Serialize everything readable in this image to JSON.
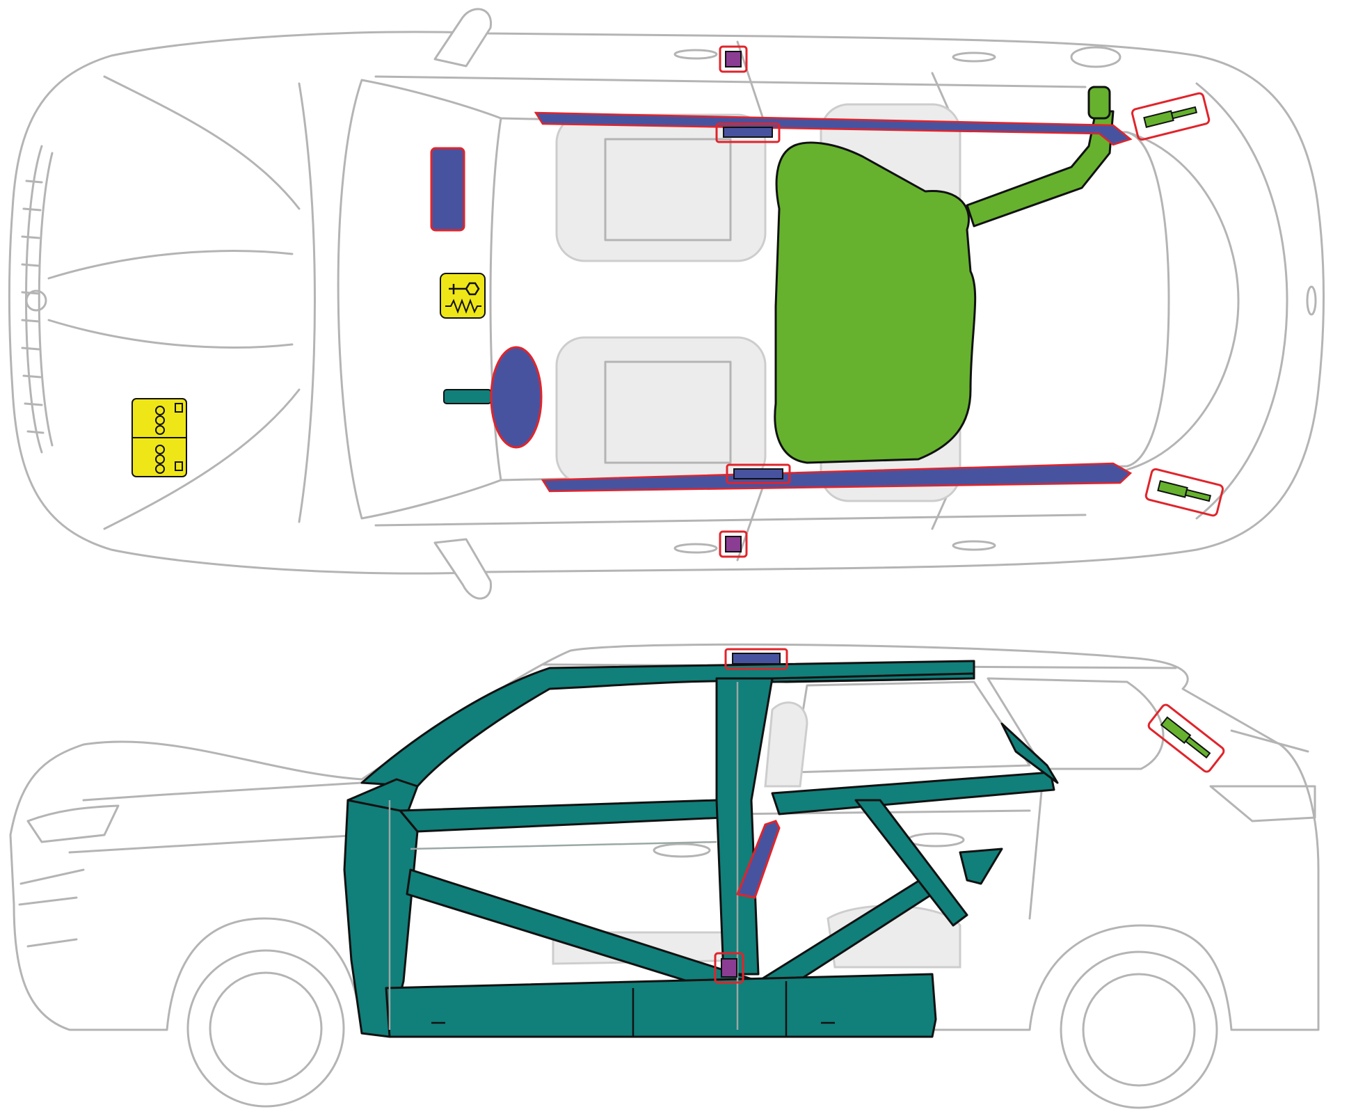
{
  "colors": {
    "body_outline": "#b4b4b4",
    "reinforced_structure": "#117f7a",
    "fuel_tank": "#66b22e",
    "airbag_inflator": "#4853a0",
    "seatbelt_pretensioner": "#8a3d93",
    "gas_strut": "#66b22e",
    "battery_and_control_unit": "#efe618",
    "highlight_border": "#e0242b",
    "seats": "#ececec"
  },
  "views": {
    "top": {
      "components": [
        {
          "name": "battery",
          "icon": "battery-icon"
        },
        {
          "name": "airbag-control-unit",
          "icon": "airbag-control-unit-icon"
        },
        {
          "name": "driver-airbag",
          "icon": "airbag-icon"
        },
        {
          "name": "passenger-airbag",
          "icon": "airbag-icon"
        },
        {
          "name": "curtain-airbag-right",
          "icon": "curtain-airbag-icon"
        },
        {
          "name": "curtain-airbag-left",
          "icon": "curtain-airbag-icon"
        },
        {
          "name": "roof-curtain-inflator-right",
          "icon": "gas-generator-icon"
        },
        {
          "name": "roof-curtain-inflator-left",
          "icon": "gas-generator-icon"
        },
        {
          "name": "belt-pretensioner-right",
          "icon": "belt-pretensioner-icon"
        },
        {
          "name": "belt-pretensioner-left",
          "icon": "belt-pretensioner-icon"
        },
        {
          "name": "tailgate-strut-right",
          "icon": "gas-strut-icon"
        },
        {
          "name": "tailgate-strut-left",
          "icon": "gas-strut-icon"
        },
        {
          "name": "fuel-tank",
          "icon": "fuel-tank-icon"
        },
        {
          "name": "steering-column",
          "icon": "steering-column-icon"
        }
      ]
    },
    "side": {
      "components": [
        {
          "name": "reinforced-body-structure",
          "icon": "high-strength-steel-icon"
        },
        {
          "name": "roof-curtain-inflator",
          "icon": "gas-generator-icon"
        },
        {
          "name": "side-airbag",
          "icon": "airbag-icon"
        },
        {
          "name": "belt-pretensioner",
          "icon": "belt-pretensioner-icon"
        },
        {
          "name": "tailgate-strut",
          "icon": "gas-strut-icon"
        }
      ]
    }
  }
}
